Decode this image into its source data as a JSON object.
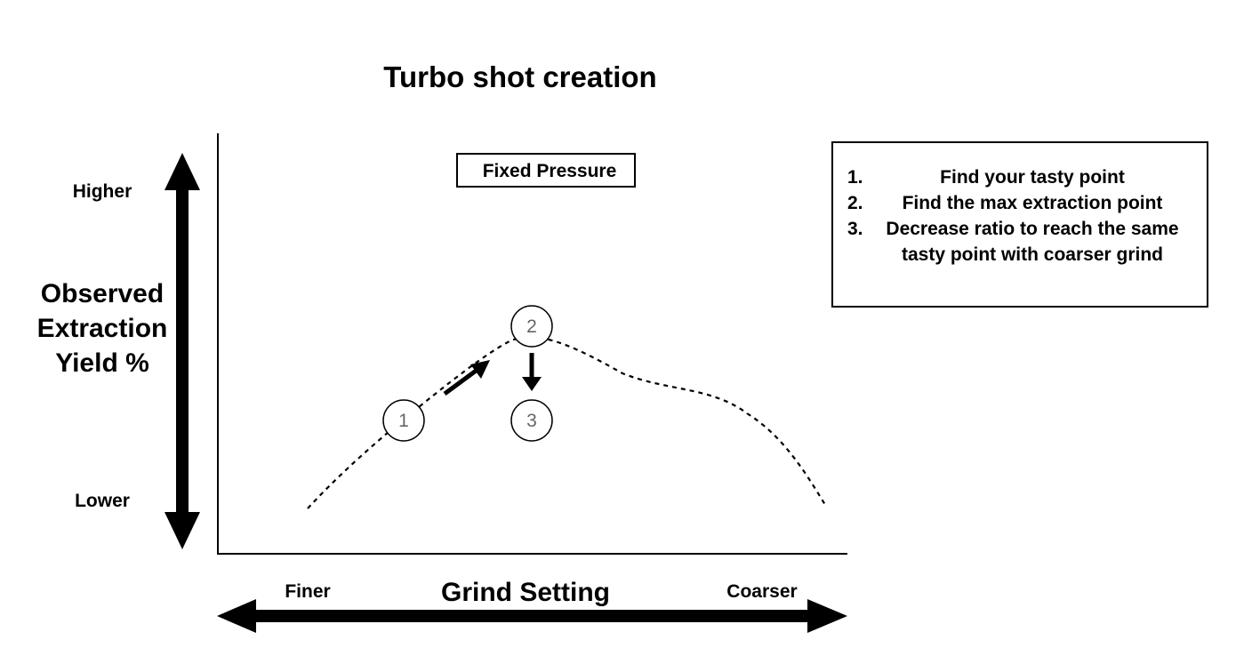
{
  "title": "Turbo shot creation",
  "y_axis": {
    "title_lines": [
      "Observed",
      "Extraction",
      "Yield %"
    ],
    "high_label": "Higher",
    "low_label": "Lower"
  },
  "x_axis": {
    "title": "Grind Setting",
    "left_label": "Finer",
    "right_label": "Coarser"
  },
  "condition_label": "Fixed Pressure",
  "points": [
    {
      "label": "1"
    },
    {
      "label": "2"
    },
    {
      "label": "3"
    }
  ],
  "steps": [
    {
      "number": "1.",
      "text": "Find your tasty point"
    },
    {
      "number": "2.",
      "text": "Find the max extraction point"
    },
    {
      "number": "3.",
      "text": "Decrease ratio to reach the same tasty point with coarser grind"
    }
  ]
}
